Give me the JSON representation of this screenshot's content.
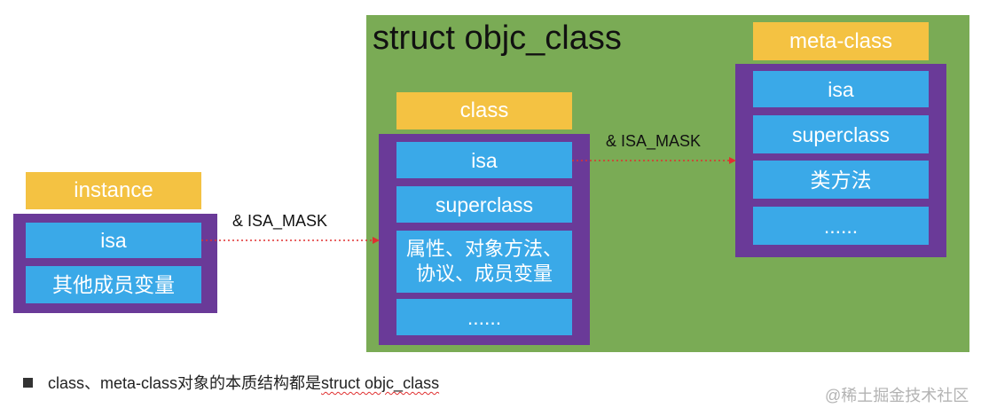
{
  "diagram": {
    "panel_title": "struct objc_class",
    "instance": {
      "header": "instance",
      "fields": [
        "isa",
        "其他成员变量"
      ]
    },
    "class": {
      "header": "class",
      "fields": [
        "isa",
        "superclass",
        "属性、对象方法、\n协议、成员变量",
        "......"
      ]
    },
    "meta_class": {
      "header": "meta-class",
      "fields": [
        "isa",
        "superclass",
        "类方法",
        "......"
      ]
    },
    "arrow_labels": {
      "instance_to_class": "& ISA_MASK",
      "class_to_meta": "& ISA_MASK"
    }
  },
  "note": {
    "text_prefix": "class、meta-class对象的本质结构都是",
    "text_highlight": "struct objc_class"
  },
  "watermark": "@稀土掘金技术社区",
  "colors": {
    "panel_green": "#7aab55",
    "header_yellow": "#f4c242",
    "frame_purple": "#6a3a98",
    "field_blue": "#3aa9e8",
    "arrow_red": "#e03030"
  }
}
